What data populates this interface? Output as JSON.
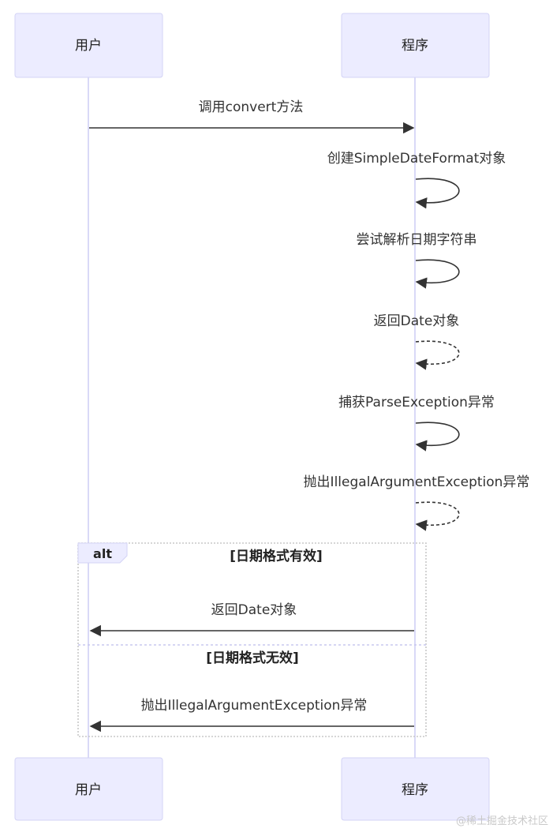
{
  "participants": {
    "user": "用户",
    "program": "程序"
  },
  "messages": [
    {
      "text": "调用convert方法"
    },
    {
      "text": "创建SimpleDateFormat对象"
    },
    {
      "text": "尝试解析日期字符串"
    },
    {
      "text": "返回Date对象"
    },
    {
      "text": "捕获ParseException异常"
    },
    {
      "text": "抛出IllegalArgumentException异常"
    }
  ],
  "alt": {
    "keyword": "alt",
    "branches": [
      {
        "condition": "[日期格式有效]",
        "message": "返回Date对象"
      },
      {
        "condition": "[日期格式无效]",
        "message": "抛出IllegalArgumentException异常"
      }
    ]
  },
  "watermark": "@稀土掘金技术社区",
  "colors": {
    "actor_fill": "#ECECFF",
    "line": "#333333",
    "lifeline": "#d9d9f7"
  }
}
